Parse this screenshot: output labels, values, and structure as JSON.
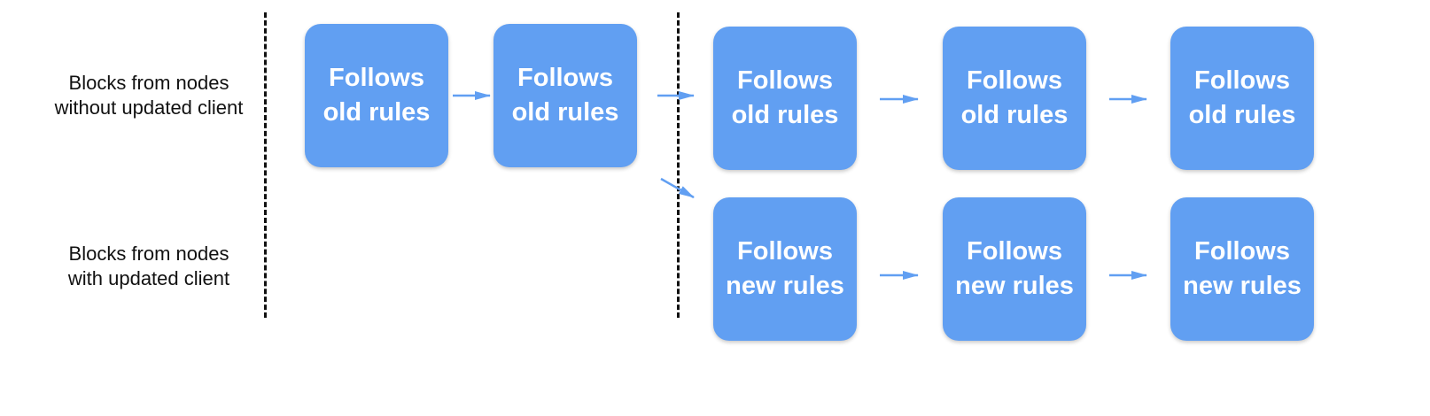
{
  "labels": {
    "old_line1": "Blocks from nodes",
    "old_line2": "without updated client",
    "new_line1": "Blocks from nodes",
    "new_line2": "with updated client"
  },
  "blocks": {
    "word": "Follows",
    "old_rules": "old rules",
    "new_rules": "new rules"
  },
  "colors": {
    "block": "#619ff2",
    "arrow": "#619ff2",
    "text": "#ffffff",
    "divider": "#111111"
  }
}
